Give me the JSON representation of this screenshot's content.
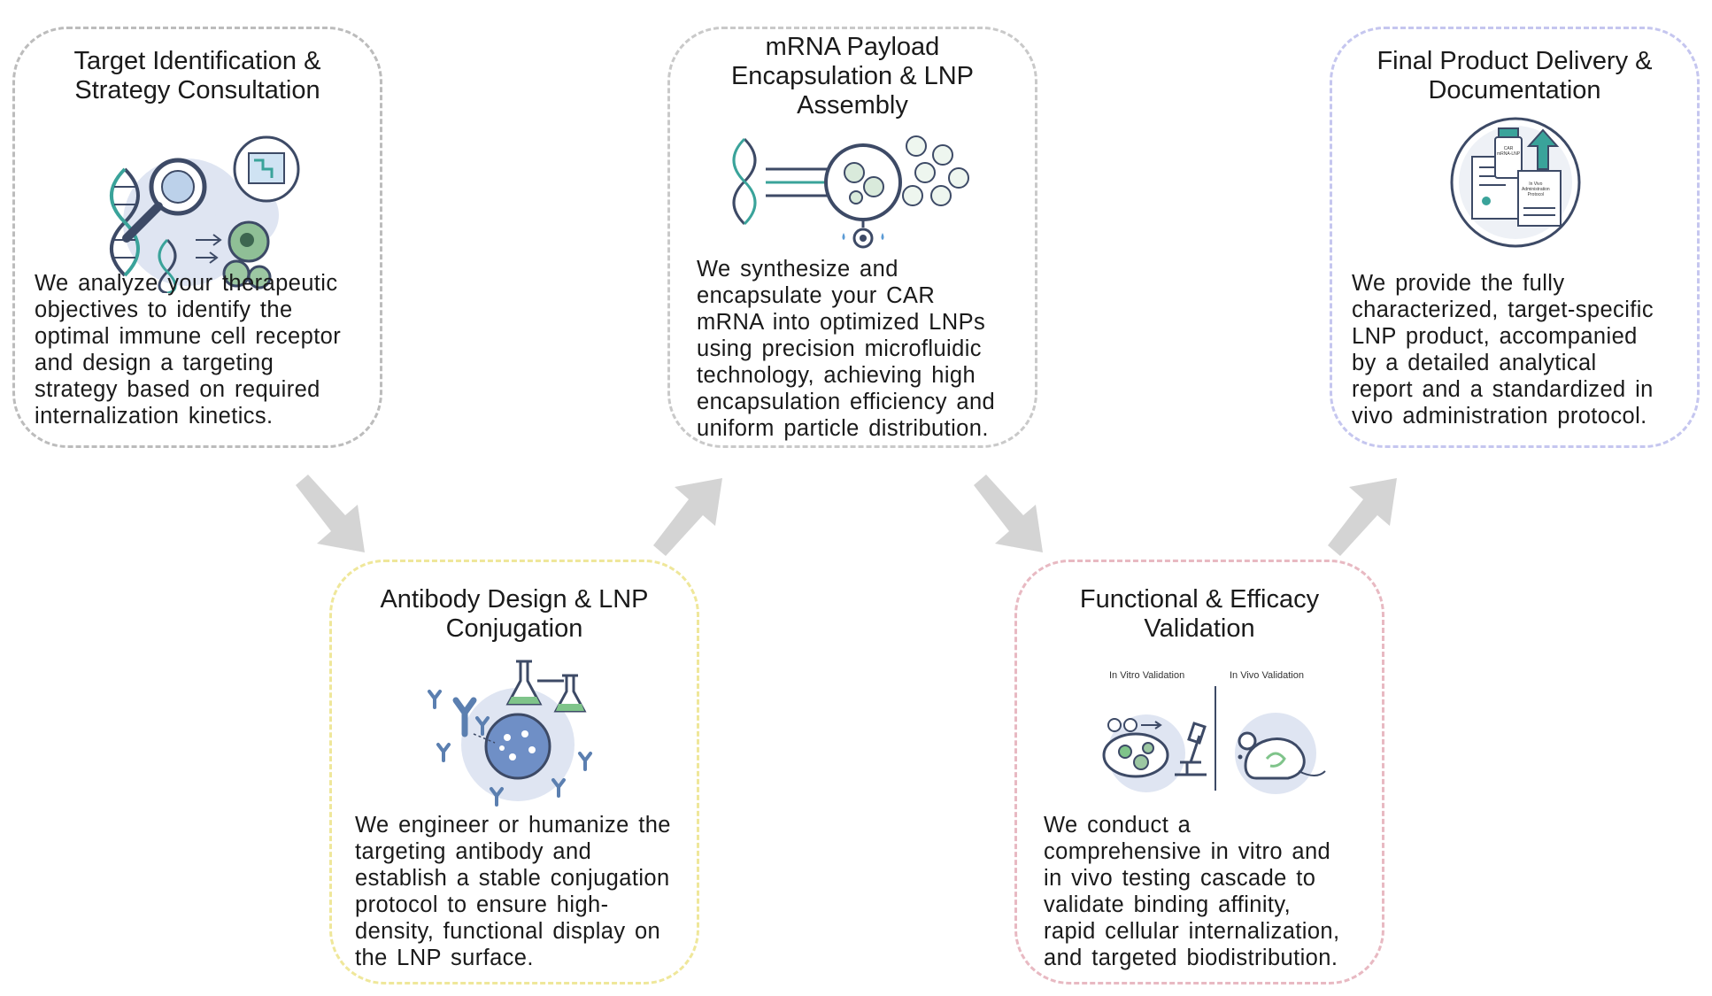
{
  "colors": {
    "border_grey": "#bcbcbc",
    "border_yellow": "#efe79a",
    "border_lavender": "#c5c6ef",
    "border_pink": "#e8b9c2",
    "arrow": "#d4d4d4",
    "accent_blue": "#5b7fb0",
    "accent_teal": "#3aa39a",
    "accent_green": "#7fc48a"
  },
  "steps": [
    {
      "title": "Target Identification &\nStrategy Consultation",
      "description": "We analyze your therapeutic\nobjectives to identify the\noptimal immune cell receptor\nand design a targeting\nstrategy based on required\ninternalization kinetics.",
      "icon": "target-identification-icon"
    },
    {
      "title": "Antibody Design & LNP\nConjugation",
      "description": "We engineer or humanize the\ntargeting antibody and\nestablish a stable conjugation\nprotocol to ensure high-\ndensity, functional display on\nthe LNP surface.",
      "icon": "antibody-conjugation-icon"
    },
    {
      "title": "mRNA Payload\nEncapsulation & LNP\nAssembly",
      "description": "We synthesize and\nencapsulate your CAR\nmRNA into optimized LNPs\nusing precision microfluidic\ntechnology, achieving high\nencapsulation efficiency and\nuniform particle distribution.",
      "icon": "microfluidic-encapsulation-icon"
    },
    {
      "title": "Functional & Efficacy\nValidation",
      "description": "We conduct a\ncomprehensive in vitro and\nin vivo testing cascade to\nvalidate binding affinity,\nrapid cellular internalization,\nand targeted biodistribution.",
      "icon": "validation-icon",
      "illustration_labels": [
        "In Vitro Validation",
        "In Vivo Validation"
      ]
    },
    {
      "title": "Final Product Delivery &\nDocumentation",
      "description": "We provide the fully\ncharacterized, target-specific\nLNP product, accompanied\nby a detailed analytical\nreport and a standardized in\nvivo administration protocol.",
      "icon": "product-delivery-icon",
      "illustration_labels": [
        "CAR\nmRNA-LNP",
        "In Vivo\nAdministration\nProtocol"
      ]
    }
  ]
}
